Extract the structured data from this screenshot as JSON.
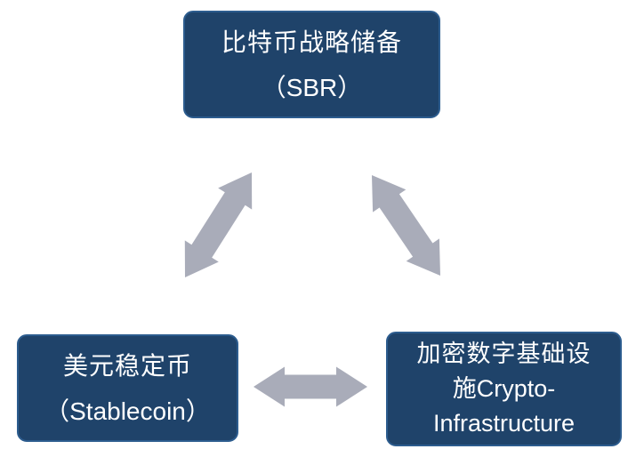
{
  "colors": {
    "node_fill": "#1f436a",
    "node_border": "#2c5c8e",
    "node_text": "#ffffff",
    "arrow": "#a9acb9",
    "background": "#ffffff"
  },
  "diagram": {
    "nodes": [
      {
        "id": "sbr",
        "label": "比特币战略储备（SBR）",
        "lines": [
          "比特币战略储备",
          "（SBR）"
        ]
      },
      {
        "id": "stablecoin",
        "label": "美元稳定币（Stablecoin）",
        "lines": [
          "美元稳定币",
          "（Stablecoin）"
        ]
      },
      {
        "id": "crypto_infrastructure",
        "label": "加密数字基础设施Crypto-Infrastructure",
        "lines": [
          "加密数字基础设",
          "施Crypto-",
          "Infrastructure"
        ]
      }
    ],
    "edges": [
      {
        "from": "sbr",
        "to": "stablecoin",
        "direction": "bidirectional"
      },
      {
        "from": "sbr",
        "to": "crypto_infrastructure",
        "direction": "bidirectional"
      },
      {
        "from": "stablecoin",
        "to": "crypto_infrastructure",
        "direction": "bidirectional"
      }
    ]
  }
}
